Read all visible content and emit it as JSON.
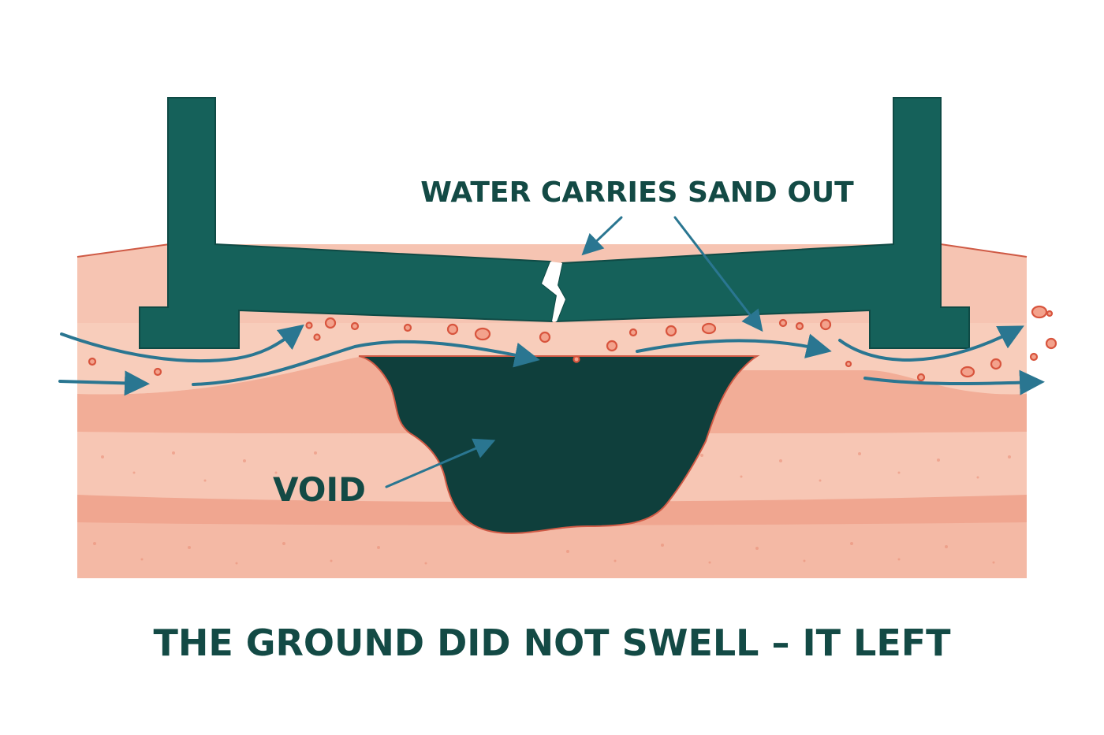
{
  "labels": {
    "flow": "WATER CARRIES SAND OUT",
    "void": "VOID",
    "caption": "THE GROUND DID NOT SWELL – IT LEFT"
  },
  "colors": {
    "background": "#ffffff",
    "foundation": "#15615a",
    "void": "#0f3f3c",
    "text": "#134a45",
    "arrow": "#2a7691",
    "soil_light": "#f6c4b2",
    "soil_mid": "#f2ad97",
    "soil_dark": "#ee9b82",
    "particle": "#df6b55",
    "soil_edge": "#cf5a45"
  },
  "icons": [
    "flow-arrow-icon",
    "pointer-arrow-icon",
    "crack-icon"
  ]
}
